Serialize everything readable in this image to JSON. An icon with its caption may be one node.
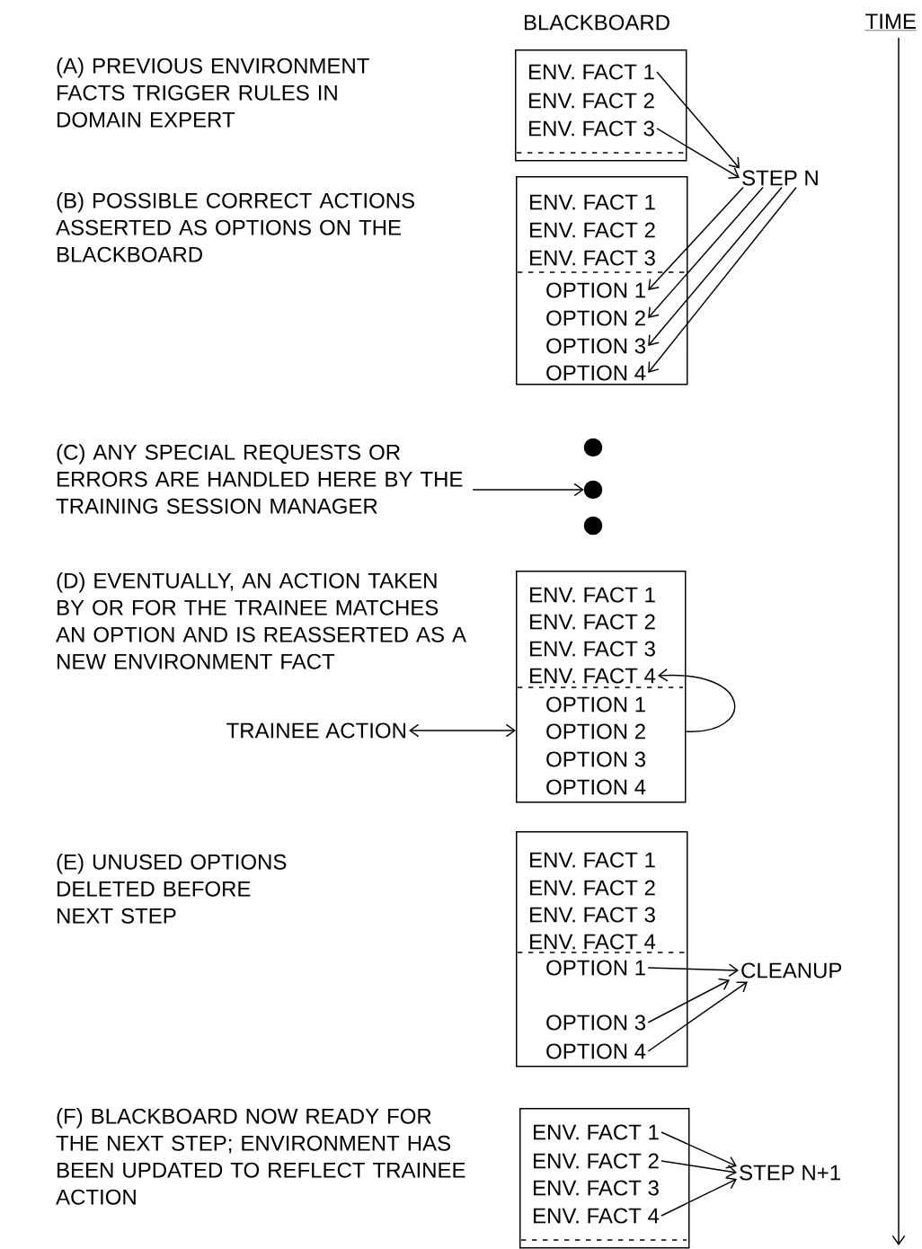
{
  "diagram": {
    "nodes": [
      {
        "text": [],
        "shape": "box"
      },
      {
        "text": [
          "ENV. FACT 1"
        ],
        "in": 0
      },
      {
        "text": [
          "ENV. FACT 2"
        ],
        "in": 0
      },
      {
        "text": [
          "ENV. FACT 3"
        ],
        "in": 0
      },
      {
        "text": [
          "STEP N"
        ]
      },
      {
        "text": [],
        "shape": "box"
      },
      {
        "text": [
          "ENV. FACT 1"
        ],
        "in": 5
      },
      {
        "text": [
          "ENV. FACT 2"
        ],
        "in": 5
      },
      {
        "text": [
          "ENV. FACT 3"
        ],
        "in": 5
      },
      {
        "text": [
          "OPTION 1"
        ],
        "in": 5
      },
      {
        "text": [
          "OPTION 2"
        ],
        "in": 5
      },
      {
        "text": [
          "OPTION 3"
        ],
        "in": 5
      },
      {
        "text": [
          "OPTION 4"
        ],
        "in": 5
      },
      {
        "text": [
          "(C) ANY SPECIAL REQUESTS OR ERRORS ARE HANDLED HERE BY THE TRAINING SESSION MANAGER"
        ]
      },
      {
        "text": [],
        "shape": "circle"
      },
      {
        "text": [],
        "shape": "circle"
      },
      {
        "text": [],
        "shape": "circle"
      },
      {
        "text": [],
        "shape": "box"
      },
      {
        "text": [
          "ENV. FACT 1"
        ],
        "in": 17
      },
      {
        "text": [
          "ENV. FACT 2"
        ],
        "in": 17
      },
      {
        "text": [
          "ENV. FACT 3"
        ],
        "in": 17
      },
      {
        "text": [
          "ENV. FACT 4"
        ],
        "in": 17
      },
      {
        "text": [
          "OPTION 1"
        ],
        "in": 17
      },
      {
        "text": [
          "OPTION 2"
        ],
        "in": 17
      },
      {
        "text": [
          "OPTION 3"
        ],
        "in": 17
      },
      {
        "text": [
          "OPTION 4"
        ],
        "in": 17
      },
      {
        "text": [
          "TRAINEE ACTION"
        ]
      },
      {
        "text": [],
        "shape": "box"
      },
      {
        "text": [
          "ENV. FACT 1"
        ],
        "in": 27
      },
      {
        "text": [
          "ENV. FACT 2"
        ],
        "in": 27
      },
      {
        "text": [
          "ENV. FACT 3"
        ],
        "in": 27
      },
      {
        "text": [
          "ENV. FACT 4"
        ],
        "in": 27
      },
      {
        "text": [
          "OPTION 1"
        ],
        "in": 27
      },
      {
        "text": [
          "OPTION 3"
        ],
        "in": 27
      },
      {
        "text": [
          "OPTION 4"
        ],
        "in": 27
      },
      {
        "text": [
          "CLEANUP"
        ]
      },
      {
        "text": [],
        "shape": "box"
      },
      {
        "text": [
          "ENV. FACT 1"
        ],
        "in": 36
      },
      {
        "text": [
          "ENV. FACT 2"
        ],
        "in": 36
      },
      {
        "text": [
          "ENV. FACT 3"
        ],
        "in": 36
      },
      {
        "text": [
          "ENV. FACT 4"
        ],
        "in": 36
      },
      {
        "text": [
          "STEP N+1"
        ]
      }
    ],
    "edges": [
      {
        "from": 1,
        "to": 4,
        "arrow": "to"
      },
      {
        "from": 3,
        "to": 4,
        "arrow": "to"
      },
      {
        "from": 4,
        "to": 9,
        "arrow": "to"
      },
      {
        "from": 4,
        "to": 10,
        "arrow": "to"
      },
      {
        "from": 4,
        "to": 11,
        "arrow": "to"
      },
      {
        "from": 4,
        "to": 12,
        "arrow": "to"
      },
      {
        "from": 13,
        "to": 15,
        "arrow": "to"
      },
      {
        "from": 23,
        "to": 21,
        "arrow": "to"
      },
      {
        "from": 26,
        "to": 17,
        "arrow": "both"
      },
      {
        "from": 32,
        "to": 35,
        "arrow": "to"
      },
      {
        "from": 33,
        "to": 35,
        "arrow": "to"
      },
      {
        "from": 34,
        "to": 35,
        "arrow": "to"
      },
      {
        "from": 37,
        "to": 41,
        "arrow": "to"
      },
      {
        "from": 38,
        "to": 41,
        "arrow": "to"
      },
      {
        "from": 40,
        "to": 41,
        "arrow": "to"
      }
    ],
    "labels": [
      "BLACKBOARD",
      "TIME",
      "(A) PREVIOUS ENVIRONMENT FACTS TRIGGER RULES IN DOMAIN EXPERT",
      "(B) POSSIBLE CORRECT ACTIONS ASSERTED AS OPTIONS ON THE BLACKBOARD",
      "(D) EVENTUALLY, AN ACTION TAKEN BY OR FOR THE TRAINEE MATCHES AN OPTION AND IS REASSERTED AS A NEW ENVIRONMENT FACT",
      "(E) UNUSED OPTIONS DELETED BEFORE NEXT STEP",
      "(F) BLACKBOARD NOW READY FOR THE NEXT STEP; ENVIRONMENT HAS BEEN UPDATED TO REFLECT TRAINEE ACTION"
    ]
  }
}
